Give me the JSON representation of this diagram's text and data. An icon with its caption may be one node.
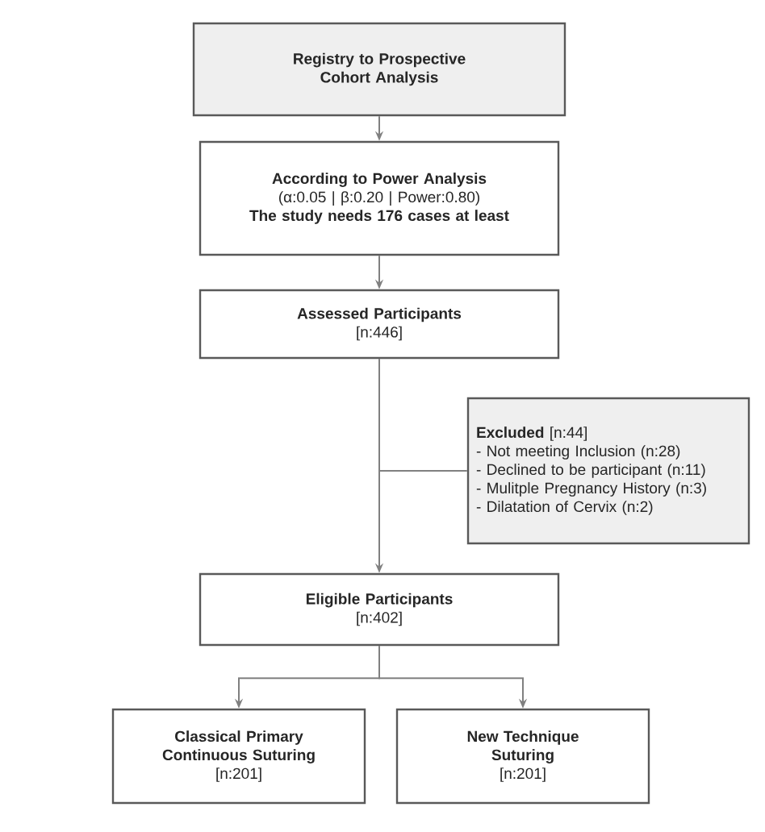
{
  "diagram": {
    "nodes": [
      {
        "text": [
          "Registry to Prospective Cohort Analysis"
        ]
      },
      {
        "text": [
          "According to Power Analysis",
          "(α:0.05 | β:0.20 | Power:0.80)",
          "The study needs 176 cases at least"
        ]
      },
      {
        "text": [
          "Assessed Participants",
          "[n:446]"
        ]
      },
      {
        "text": [
          "**Excluded** [n:44]",
          "- Not meeting Inclusion (n:28)",
          "- Declined to be participant (n:11)",
          "- Mulitple Pregnancy History (n:3)",
          "- Dilatation of Cervix (n:2)"
        ]
      },
      {
        "text": [
          "Eligible Participants",
          "[n:402]"
        ]
      },
      {
        "text": [
          "Classical Primary Continuous Suturing",
          "[n:201]"
        ]
      },
      {
        "text": [
          "New Technique Suturing",
          "[n:201]"
        ]
      }
    ],
    "edges": [
      {
        "from": 0,
        "to": 1,
        "arrow": "to"
      },
      {
        "from": 1,
        "to": 2,
        "arrow": "to"
      },
      {
        "from": 2,
        "to": 4,
        "arrow": "to"
      },
      {
        "from": 2,
        "to": 3,
        "arrow": "none"
      },
      {
        "from": 4,
        "to": 5,
        "arrow": "to"
      },
      {
        "from": 4,
        "to": 6,
        "arrow": "to"
      }
    ]
  }
}
